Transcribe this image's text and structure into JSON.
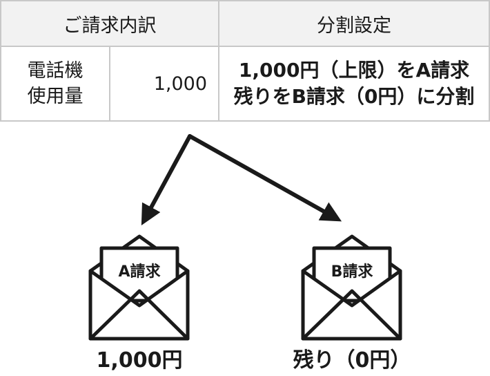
{
  "table": {
    "headers": {
      "breakdown": "ご請求内訳",
      "split_setting": "分割設定"
    },
    "row": {
      "item_lines": [
        "電話機",
        "使用量"
      ],
      "amount": "1,000",
      "setting_lines": [
        "1,000円（上限）をA請求",
        "残りをB請求（0円）に分割"
      ]
    }
  },
  "invoices": {
    "a": {
      "label": "A請求",
      "amount": "1,000円"
    },
    "b": {
      "label": "B請求",
      "amount": "残り（0円）"
    }
  }
}
